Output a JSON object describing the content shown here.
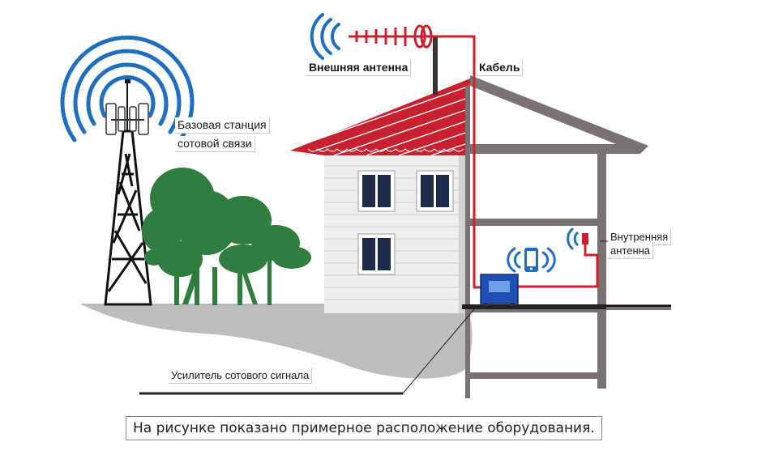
{
  "labels": {
    "base_station_line1": "Базовая станция",
    "base_station_line2": "сотовой связи",
    "external_antenna": "Внешняя антенна",
    "cable": "Кабель",
    "internal_antenna_line1": "Внутренняя",
    "internal_antenna_line2": "антенна",
    "amplifier": "Усилитель сотового сигнала"
  },
  "caption": "На рисунке показано примерное расположение оборудования.",
  "colors": {
    "signal_blue": "#1e6fc0",
    "roof_red": "#c8202e",
    "cable_red": "#d01f2f",
    "tree_green": "#2f7d3f",
    "wall_gray": "#7a7272",
    "ground_gray": "#bdbdbd",
    "window_dark": "#1d2a4a",
    "brick_white": "#eeeeee"
  }
}
